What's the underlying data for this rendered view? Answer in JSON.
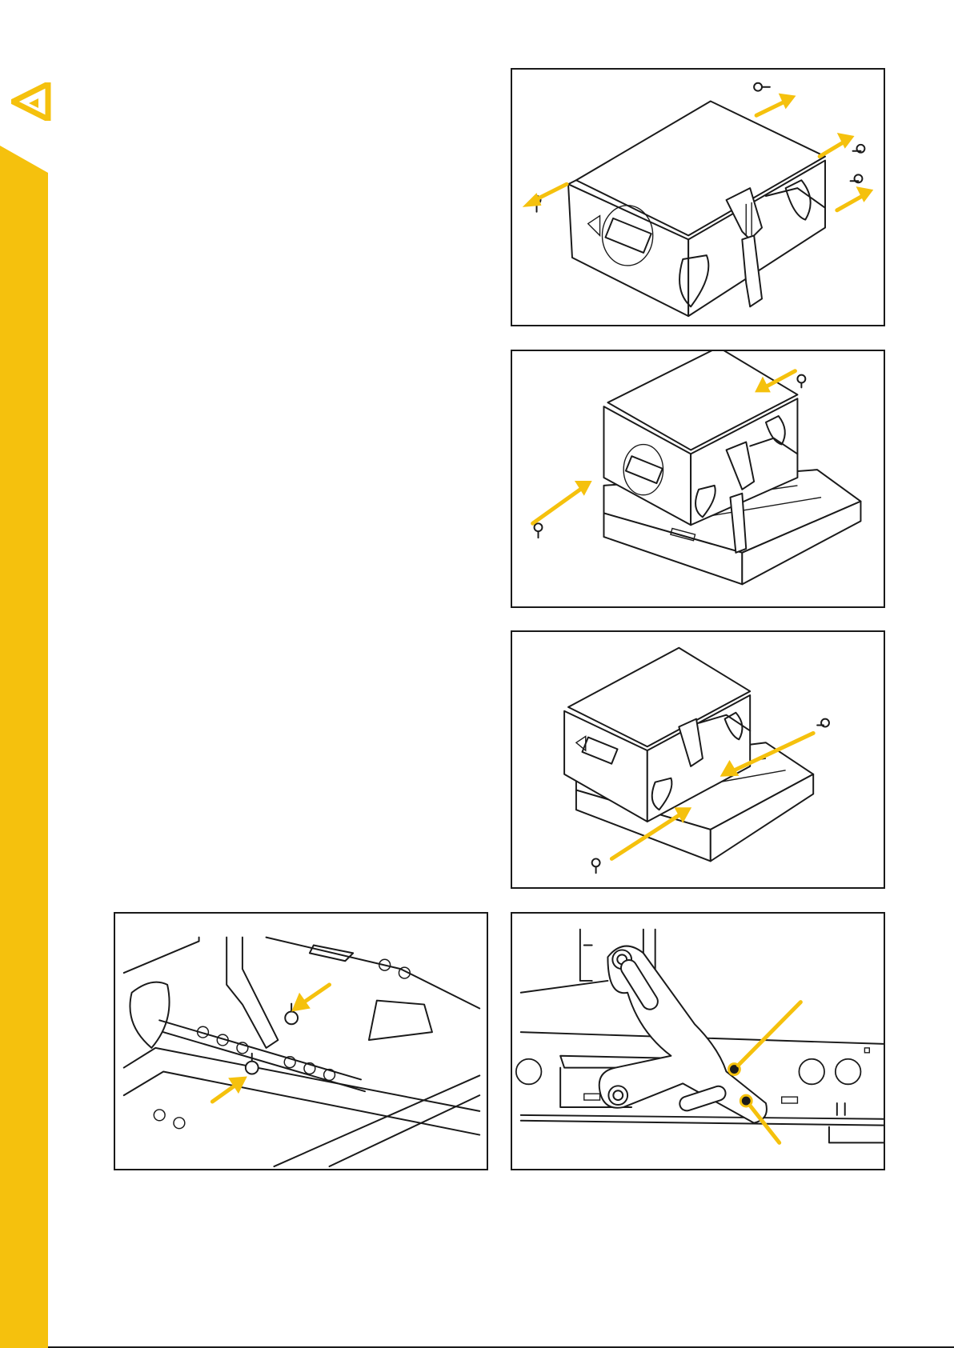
{
  "brand": {
    "accent_color": "#f5c10d",
    "logo_icon": "triangle-logo-icon"
  },
  "figures": [
    {
      "id": "fig-remove-pins",
      "arrow_count": 4,
      "pin_count": 4
    },
    {
      "id": "fig-insert-into-frame",
      "arrow_count": 2,
      "pin_count": 2
    },
    {
      "id": "fig-rear-pins",
      "arrow_count": 2,
      "pin_count": 2
    },
    {
      "id": "fig-detail-frame-pins",
      "arrow_count": 2
    },
    {
      "id": "fig-detail-link-bar",
      "callout_count": 2
    }
  ]
}
